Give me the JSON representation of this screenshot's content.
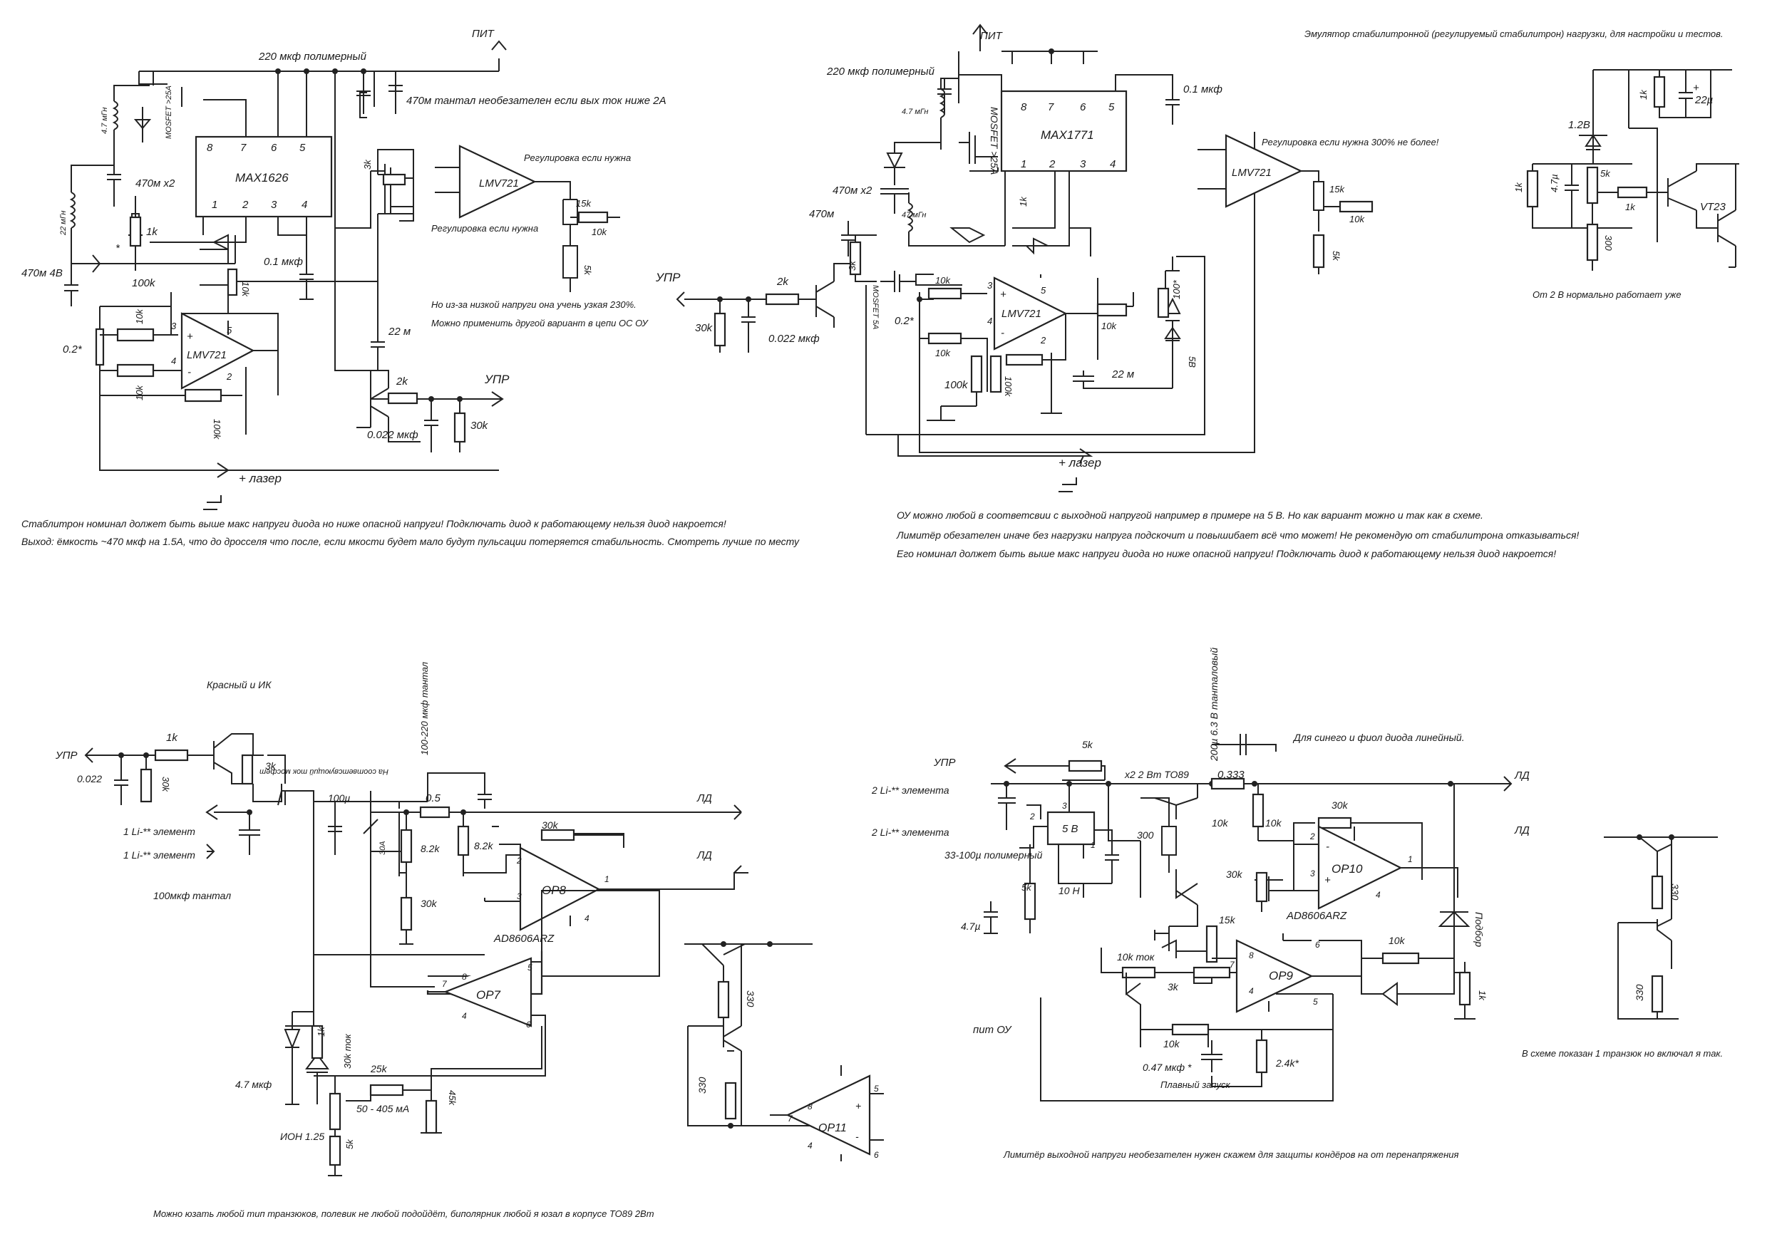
{
  "q1": {
    "chip": "MAX1626",
    "pins": [
      "8",
      "7",
      "6",
      "5",
      "1",
      "2",
      "3",
      "4"
    ],
    "opamp": "LMV721",
    "opamp_pins": [
      "3",
      "4",
      "5",
      "2"
    ],
    "opamp_plus": "+",
    "opamp_minus": "-",
    "reg_opamp": "LMV721",
    "l1": "4.7 мГн",
    "l2": "22 мГн",
    "c_in": "220 мкф полимерный",
    "c_tant": "470м тантал необезателен если вых ток ниже 2А",
    "c_x2": "470м х2",
    "c_out": "470м 4В",
    "r1k": "1k",
    "r100k": "100k",
    "r10k_a": "10k",
    "r10k_b": "10k",
    "r10k_c": "10k",
    "r100k_b": "100k",
    "shunt": "0.2*",
    "c01": "0.1 мкф",
    "r3k": "3k",
    "c22": "22 м",
    "r2k": "2k",
    "r30k": "30k",
    "c022": "0.022 мкф",
    "mosfet": "MOSFET >25A",
    "star": "*",
    "pit": "ПИТ",
    "upr": "УПР",
    "laser": "+ лазер",
    "reg1": "Регулировка если нужна",
    "reg2": "Регулировка если нужна",
    "r15k": "15k",
    "r10k_reg": "10k",
    "r5k": "5k",
    "note_a": "Но из-за низкой напруги она учень узкая 230%.",
    "note_b": "Можно применить другой вариант в цепи ОС ОУ",
    "bottom1": "Стаблитрон номинал должет быть выше макс напруги диода но ниже опасной напруги! Подключать диод к работающему нельзя диод накроется!",
    "bottom2": "Выход: ёмкость ~470 мкф на 1.5А, что до дросселя что после, если мкости будет мало будут пульсации потеряется стабильность. Смотреть лучше по месту"
  },
  "q2": {
    "chip": "MAX1771",
    "pins": [
      "8",
      "7",
      "6",
      "5",
      "1",
      "2",
      "3",
      "4"
    ],
    "opamp": "LMV721",
    "opamp_pins": [
      "3",
      "4",
      "5",
      "2"
    ],
    "opamp_plus": "+",
    "opamp_minus": "-",
    "reg_opamp": "LMV721",
    "reg_note": "Регулировка если нужна 300% не более!",
    "c_in": "220 мкф полимерный",
    "l1": "4.7 мГн",
    "mosfet": "MOSFET >25A",
    "c01": "0.1 мкф",
    "c_x2": "470м х2",
    "l2": "47 мГн",
    "r1k": "1k",
    "c470": "470м",
    "upr": "УПР",
    "r2k": "2k",
    "r3k": "3k",
    "r30k": "30k",
    "c022": "0.022 мкф",
    "mosfet5": "MOSFET 5A",
    "shunt": "0.2*",
    "r10k_a": "10k",
    "r10k_b": "10k",
    "r10k_c": "10k",
    "r100k_a": "100k",
    "r100k_b": "100k",
    "c22": "22 м",
    "r100s": "100*",
    "zener": "5В",
    "laser": "+ лазер",
    "pit": "ПИТ",
    "r15k": "15k",
    "r10k_reg": "10k",
    "r5k": "5k",
    "bottom1": "ОУ можно любой в соответсвии с выходной напругой например в примере на 5 В. Но как вариант можно и так как в схеме.",
    "bottom2": "Лимитёр обезателен иначе без нагрузки напруга подскочит и повышибает всё что может! Не рекомендую от стабилитрона отказываться!",
    "bottom3": "Его номинал должет быть выше макс напруги диода но ниже опасной напруги! Подключать диод к работающему нельзя диод накроется!"
  },
  "q3": {
    "title": "Эмулятор стабилитронной (регулируемый стабилитрон) нагрузки, для настройки и тестов.",
    "r1k": "1k",
    "c22": "22µ",
    "plus": "+",
    "v12": "1.2В",
    "r1k_b": "1k",
    "c47": "4.7µ",
    "r5k": "5k",
    "r300": "300",
    "r1k_c": "1k",
    "vt": "VT23",
    "note": "От 2 В нормально работает уже"
  },
  "q4": {
    "title": "Красный и ИК",
    "upr": "УПР",
    "c022": "0.022",
    "r1k": "1k",
    "r30k": "30k",
    "r3k": "3k",
    "li1": "1 Li-** элемент",
    "li2": "1 Li-** элемент",
    "tant": "100мкф тантал",
    "mosfet_note": "На соответсвующий ток мосфет",
    "c_big": "100-220 мкф тантал",
    "c100": "100µ",
    "r05": "0.5",
    "r82a": "8.2k",
    "r82b": "8.2k",
    "r30k_b": "30k",
    "r30k_c": "30k",
    "a30": "30A",
    "op8": "OP8",
    "op8_pins": [
      "2",
      "3",
      "1",
      "4"
    ],
    "ad": "AD8606ARZ",
    "op7": "OP7",
    "op7_pins": [
      "7",
      "8",
      "4",
      "5",
      "6"
    ],
    "ld1": "ЛД",
    "ld2": "ЛД",
    "c47": "4.7 мкф",
    "r1k_b": "1k",
    "r30k_tok": "30k ток",
    "r25k": "25k",
    "r45k": "45k",
    "range": "50 - 405 мА",
    "ion": "ИОН 1.25",
    "r5k": "5k",
    "r330a": "330",
    "r330b": "330",
    "op11": "OP11",
    "op11_pins": [
      "8",
      "7",
      "4",
      "5",
      "6"
    ],
    "plus": "+",
    "minus": "-",
    "bottom": "Можно юзать любой тип транзюков, полевик не любой подойдёт, биполярник любой я юзал в корпусе ТО89 2Вт"
  },
  "q5": {
    "tant_note": "200µ 6.3 В танталовый",
    "blue": "Для синего и фиол диода линейный.",
    "upr": "УПР",
    "li1": "2 Li-** элемента",
    "li2": "2 Li-** элемента",
    "r5k": "5k",
    "x2": "х2 2 Вт ТО89",
    "r0333": "0.333",
    "ld1": "ЛД",
    "ld2": "ЛД",
    "reg5v": "5 В",
    "poly": "33-100µ полимерный",
    "r300": "300",
    "r10k_a": "10k",
    "r10k_b": "10k",
    "r30k_a": "30k",
    "r30k_b": "30k",
    "op10": "OP10",
    "op10_pins": [
      "2",
      "3",
      "1",
      "4"
    ],
    "ad": "AD8606ARZ",
    "c47": "4.7µ",
    "r5k_b": "5k",
    "c10h": "10 Н",
    "r15k": "15k",
    "r10k_tok": "10k ток",
    "r3k": "3k",
    "op9": "OP9",
    "op9_pins": [
      "8",
      "7",
      "4",
      "6",
      "5"
    ],
    "r10k_c": "10k",
    "pobor": "Подбор",
    "r1k": "1k",
    "pit": "пит ОУ",
    "r10k_d": "10k",
    "c047": "0.47 мкф *",
    "r24k": "2.4k*",
    "smooth": "Плавный запуск",
    "pin3": "3",
    "pin2": "2",
    "pin1": "1",
    "plus": "+",
    "minus": "-",
    "limiter": "Лимитёр выходной напруги необезателен нужен скажем для защиты кондёров на от перенапряжения",
    "r330a": "330",
    "r330b": "330",
    "note": "В схеме показан 1 транзюк но включал я так."
  }
}
